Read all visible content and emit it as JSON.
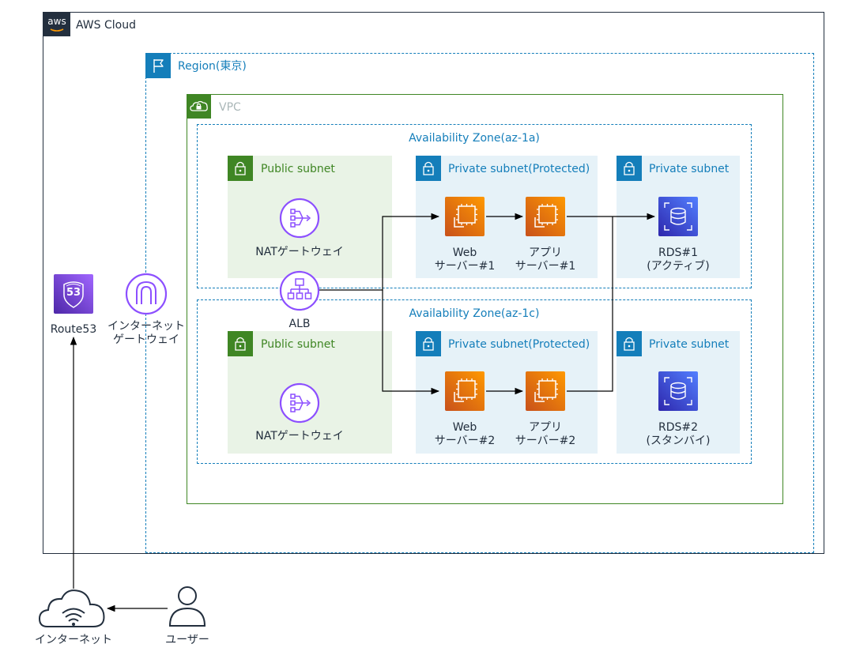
{
  "groups": {
    "cloud": "AWS Cloud",
    "aws_logo": "aws",
    "region": "Region(東京)",
    "vpc": "VPC",
    "az1": "Availability Zone(az-1a)",
    "az2": "Availability Zone(az-1c)"
  },
  "subnets": {
    "public": "Public subnet",
    "protected": "Private subnet(Protected)",
    "private": "Private subnet"
  },
  "nodes": {
    "nat1": "NATゲートウェイ",
    "nat2": "NATゲートウェイ",
    "web1": {
      "l1": "Web",
      "l2": "サーバー#1"
    },
    "app1": {
      "l1": "アプリ",
      "l2": "サーバー#1"
    },
    "web2": {
      "l1": "Web",
      "l2": "サーバー#2"
    },
    "app2": {
      "l1": "アプリ",
      "l2": "サーバー#2"
    },
    "rds1": {
      "l1": "RDS#1",
      "l2": "(アクティブ)"
    },
    "rds2": {
      "l1": "RDS#2",
      "l2": "(スタンバイ)"
    },
    "alb": "ALB",
    "route53": "Route53",
    "route53_badge": "53",
    "igw": {
      "l1": "インターネット",
      "l2": "ゲートウェイ"
    },
    "internet": "インターネット",
    "user": "ユーザー"
  },
  "colors": {
    "cloud_border": "#232f3e",
    "region_border": "#147eba",
    "vpc_border": "#3f8624",
    "public_subnet_fill": "#e9f3e6",
    "private_subnet_fill": "#e6f2f8",
    "compute": "#ed7100",
    "database": "#3b48cc",
    "networking": "#8c4fff"
  },
  "icons": [
    "aws-logo-icon",
    "flag-icon",
    "cloud-lock-icon",
    "lock-icon",
    "nat-gateway-icon",
    "ec2-instance-icon",
    "rds-database-icon",
    "alb-icon",
    "route53-icon",
    "internet-gateway-icon",
    "internet-cloud-icon",
    "user-icon"
  ]
}
